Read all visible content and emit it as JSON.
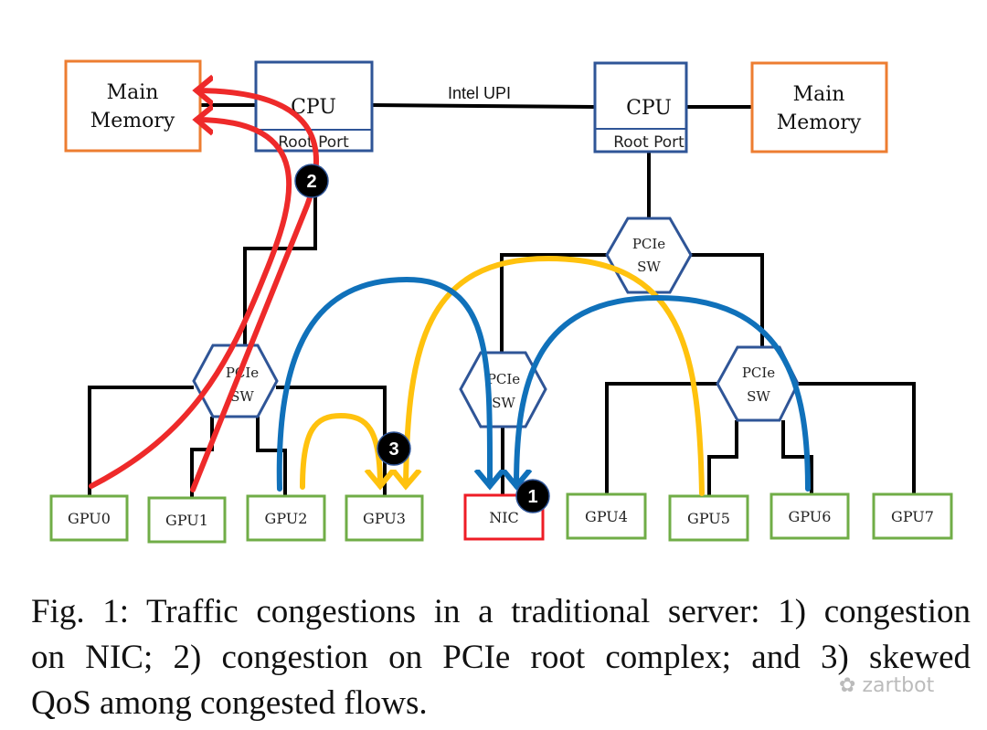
{
  "diagram": {
    "left_memory": {
      "line1": "Main",
      "line2": "Memory"
    },
    "left_cpu": {
      "label": "CPU",
      "port": "Root Port"
    },
    "interconnect": "Intel UPI",
    "right_cpu": {
      "label": "CPU",
      "port": "Root Port"
    },
    "right_memory": {
      "line1": "Main",
      "line2": "Memory"
    },
    "switches": [
      {
        "line1": "PCIe",
        "line2": "SW"
      },
      {
        "line1": "PCIe",
        "line2": "SW"
      },
      {
        "line1": "PCIe",
        "line2": "SW"
      },
      {
        "line1": "PCIe",
        "line2": "SW"
      }
    ],
    "devices": [
      "GPU0",
      "GPU1",
      "GPU2",
      "GPU3",
      "NIC",
      "GPU4",
      "GPU5",
      "GPU6",
      "GPU7"
    ],
    "badges": [
      "1",
      "2",
      "3"
    ],
    "colors": {
      "memory": "#ED7D31",
      "cpu": "#2F5597",
      "gpu": "#70AD47",
      "nic": "#EE1C25",
      "flow_red": "#EE2A2A",
      "flow_blue": "#1071BA",
      "flow_yellow": "#FFC20E"
    }
  },
  "caption": {
    "lines": [
      "Fig. 1: Traffic congestions in a traditional server: 1) congestion",
      "on NIC; 2) congestion on PCIe root complex; and 3) skewed",
      "QoS among congested flows."
    ]
  },
  "watermark": "zartbot"
}
